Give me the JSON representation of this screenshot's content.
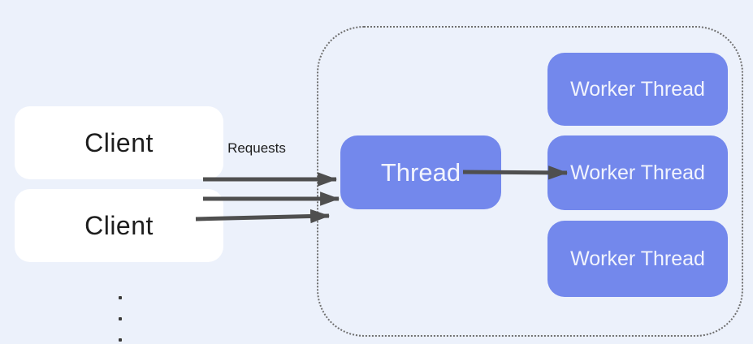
{
  "colors": {
    "background": "#ecf1fb",
    "node_fill": "#7388ec",
    "node_text": "#f2f4fd",
    "client_fill": "#ffffff",
    "text_dark": "#1d1d1d",
    "arrow": "#4f4f4f",
    "container_border": "#6f6f6f",
    "dot": "#3a3a3a"
  },
  "diagram": {
    "clients": [
      {
        "label": "Client"
      },
      {
        "label": "Client"
      }
    ],
    "requests_label": "Requests",
    "thread_node": {
      "label": "Thread"
    },
    "worker_nodes": [
      {
        "label": "Worker Thread"
      },
      {
        "label": "Worker Thread"
      },
      {
        "label": "Worker Thread"
      }
    ],
    "icons": {
      "more_clients": "vertical-ellipsis",
      "request_arrows": "right-arrow",
      "dispatch_arrow": "right-arrow"
    }
  }
}
